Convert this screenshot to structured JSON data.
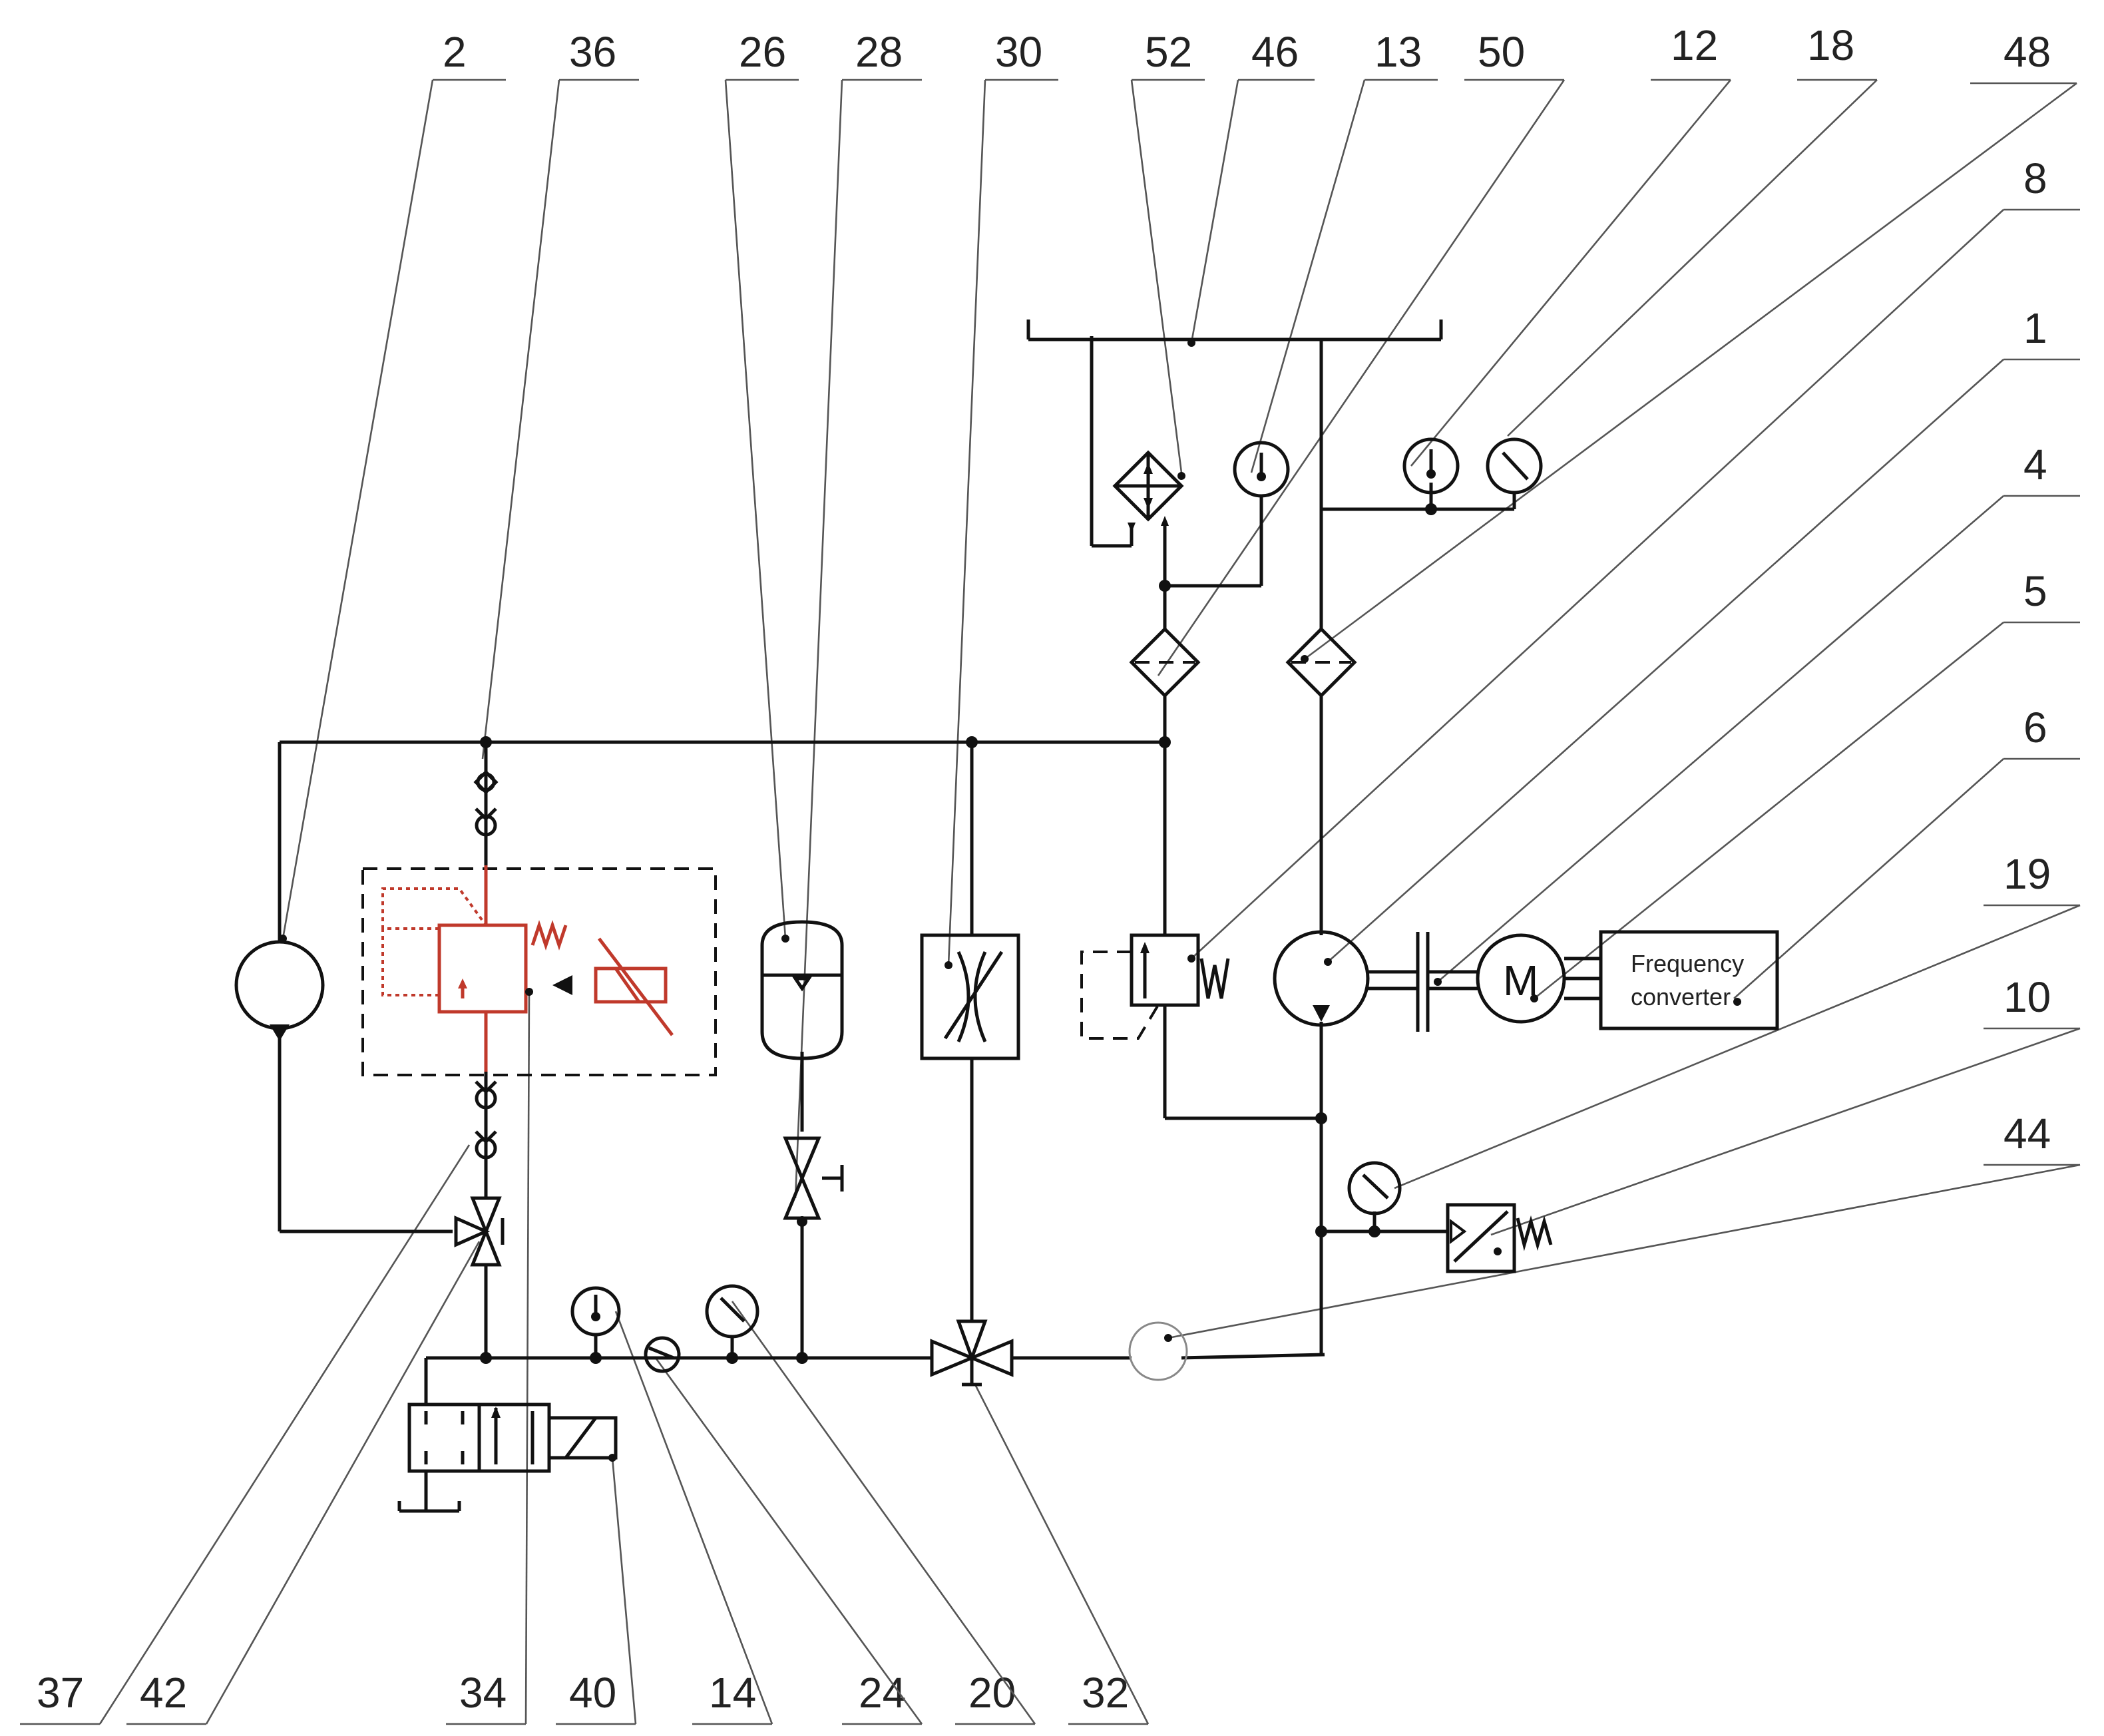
{
  "colors": {
    "line": "#111111",
    "leader": "#555555",
    "highlight": "#c0392b",
    "background": "#ffffff"
  },
  "top_labels": {
    "l2": "2",
    "l36": "36",
    "l26": "26",
    "l28": "28",
    "l30": "30",
    "l52": "52",
    "l46": "46",
    "l13": "13",
    "l50": "50",
    "l12": "12",
    "l18": "18",
    "l48": "48"
  },
  "right_labels": {
    "l8": "8",
    "l1": "1",
    "l4": "4",
    "l5": "5",
    "l6": "6",
    "l19": "19",
    "l10": "10",
    "l44": "44"
  },
  "bottom_labels": {
    "l37": "37",
    "l42": "42",
    "l34": "34",
    "l40": "40",
    "l14": "14",
    "l24": "24",
    "l20": "20",
    "l32": "32"
  },
  "components": {
    "motor_symbol": "M",
    "frequency_converter_line1": "Frequency",
    "frequency_converter_line2": "converter"
  }
}
